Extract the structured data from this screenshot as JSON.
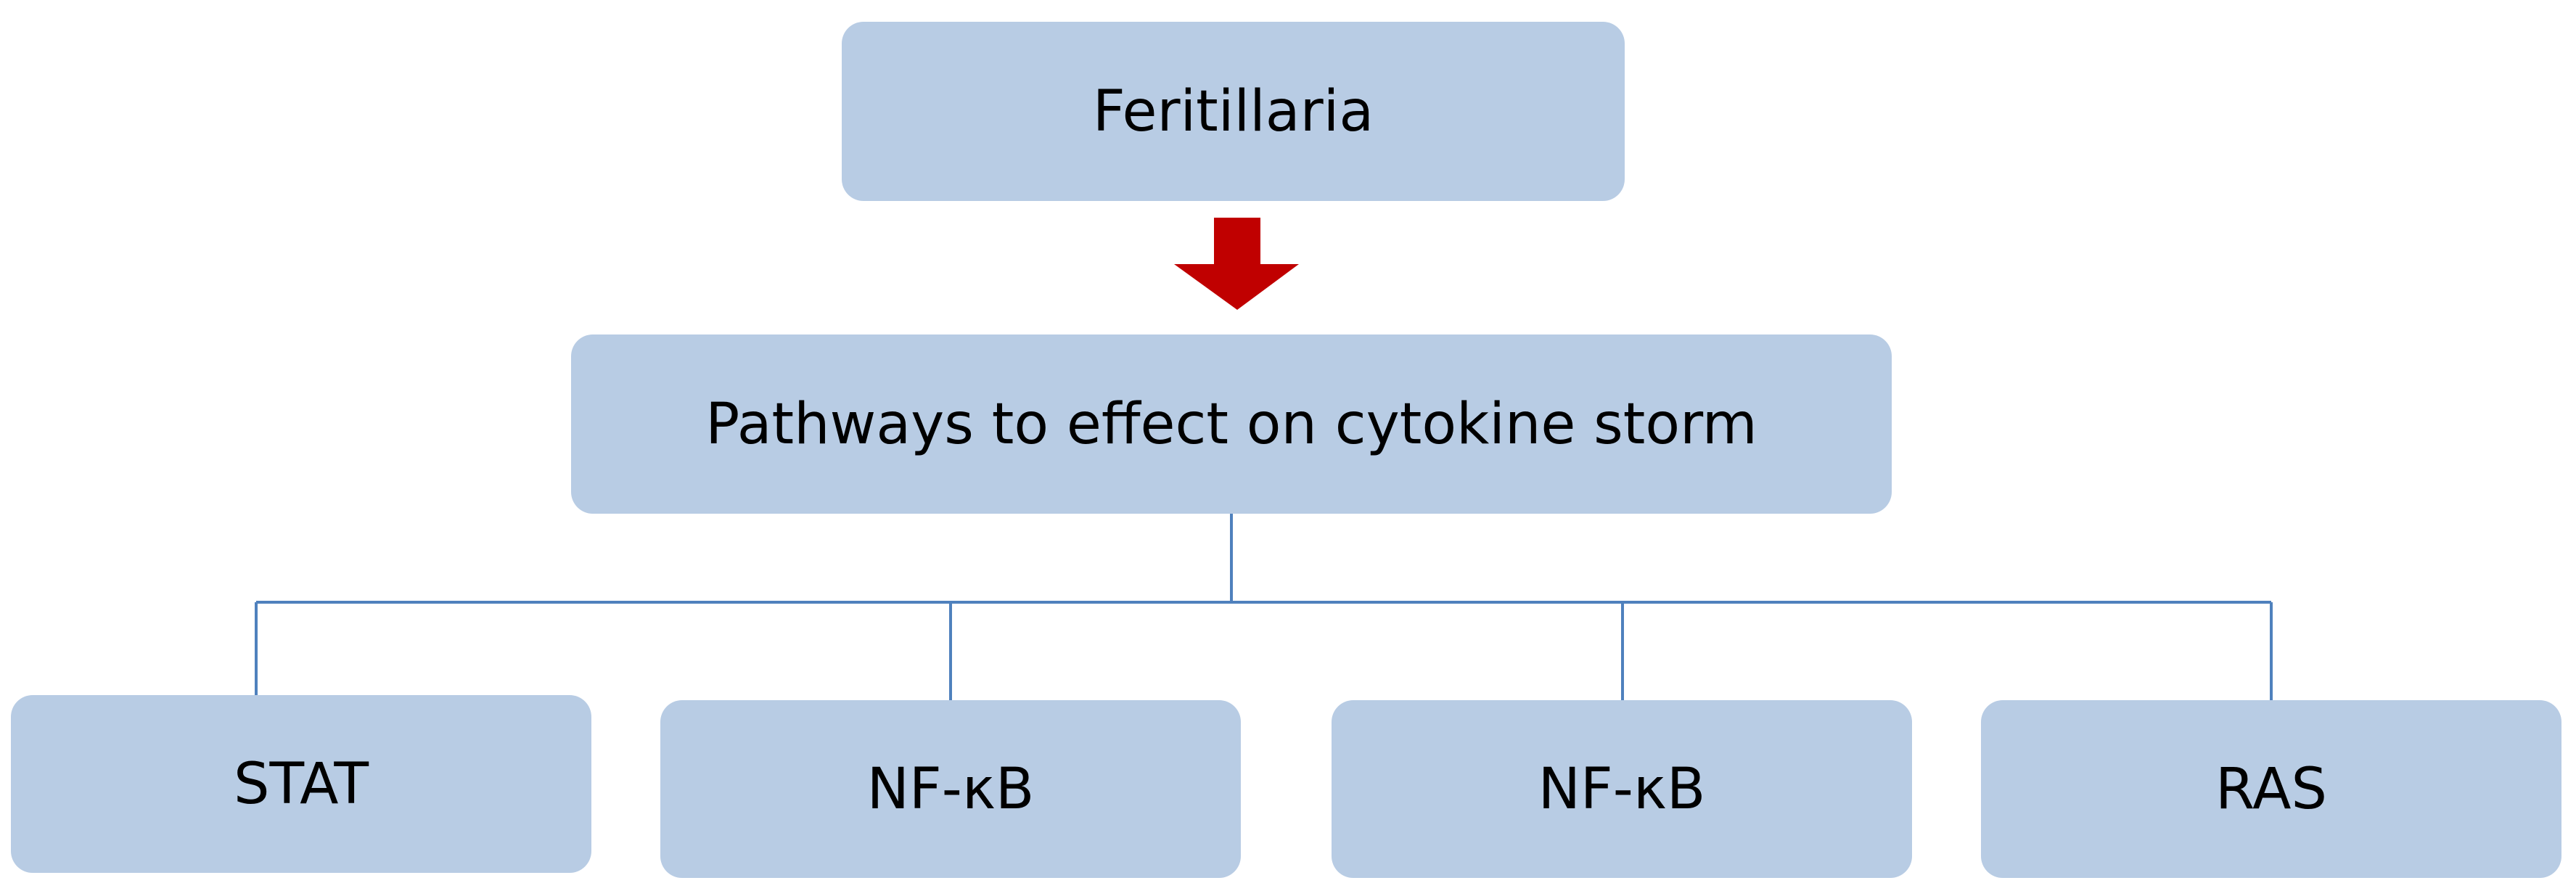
{
  "diagram": {
    "top_node": {
      "label": "Feritillaria"
    },
    "middle_node": {
      "label": "Pathways to effect on cytokine storm"
    },
    "leaves": [
      {
        "label": "STAT"
      },
      {
        "label": "NF-κB"
      },
      {
        "label": "NF-κB"
      },
      {
        "label": "RAS"
      }
    ],
    "colors": {
      "box_fill": "#b8cce4",
      "connector": "#4f81bd",
      "arrow": "#c00000"
    }
  }
}
